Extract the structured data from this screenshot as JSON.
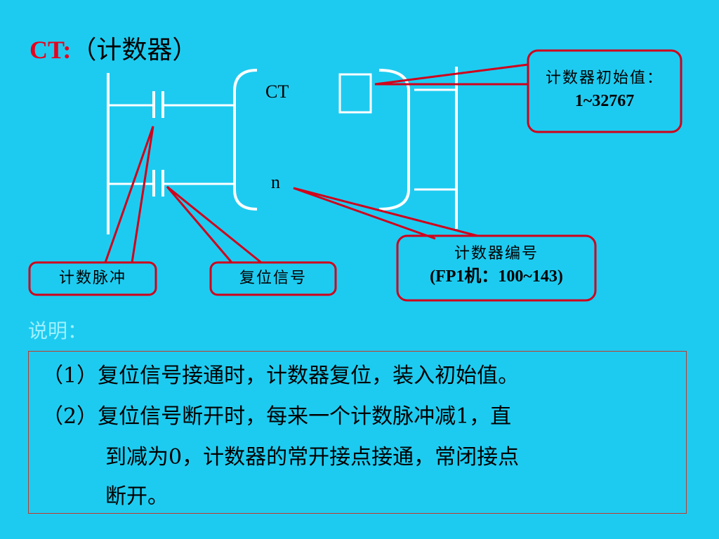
{
  "title": {
    "prefix": "CT:",
    "text": "（计数器）"
  },
  "diagram": {
    "ct_label": "CT",
    "n_label": "n",
    "callouts": {
      "initial_value": {
        "line1": "计数器初始值：",
        "line2": "1~32767"
      },
      "counter_number": {
        "line1": "计数器编号",
        "line2": "(FP1机：100~143)"
      },
      "count_pulse": "计数脉冲",
      "reset_signal": "复位信号"
    }
  },
  "notes": {
    "heading": "说明：",
    "items": [
      "（1）复位信号接通时，计数器复位，装入初始值。",
      "（2）复位信号断开时，每来一个计数脉冲减1，直",
      "到减为0，计数器的常开接点接通，常闭接点",
      "断开。"
    ]
  },
  "colors": {
    "background": "#1ecbf0",
    "accent": "#e8001c",
    "callout_border": "#d0021b",
    "heading": "#9ef0ff"
  }
}
